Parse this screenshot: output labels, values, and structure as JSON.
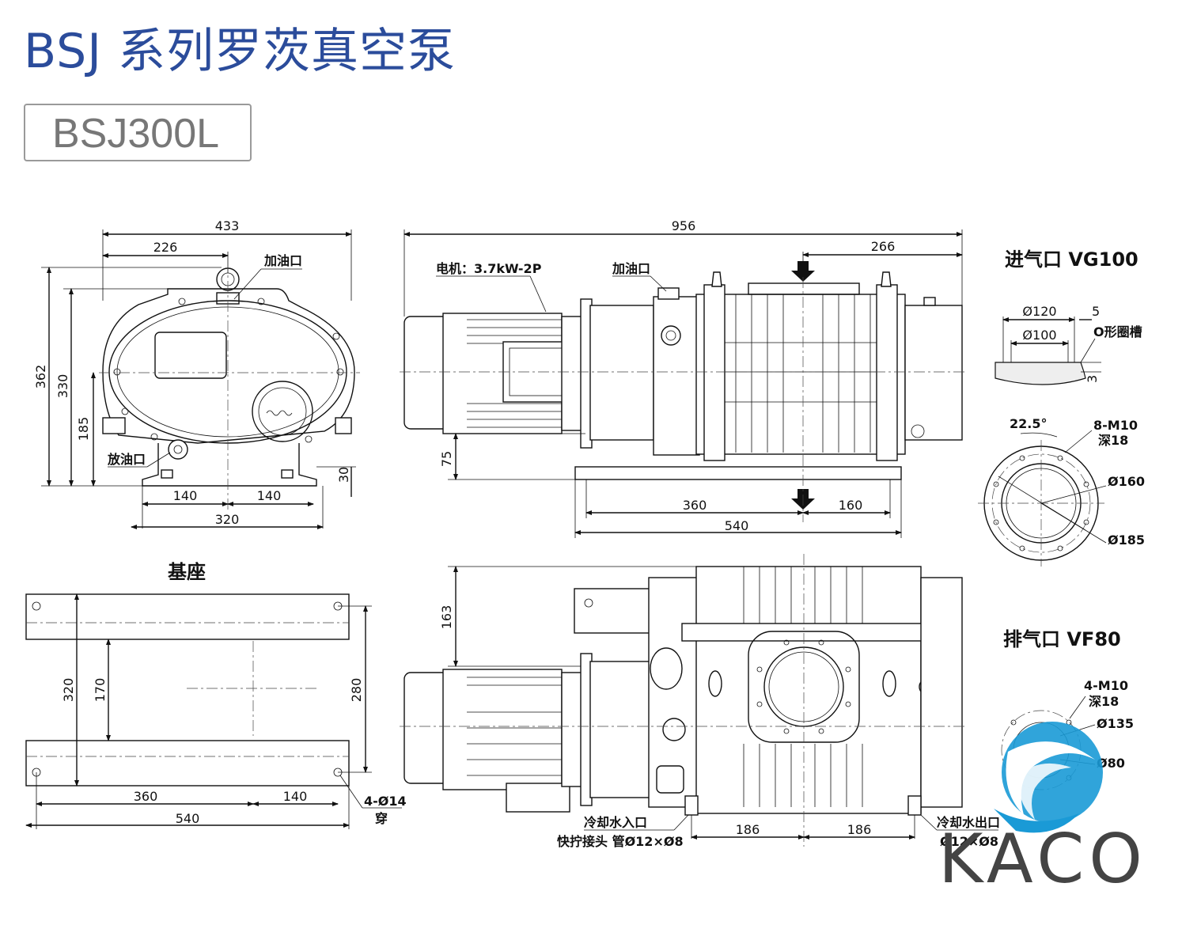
{
  "header": {
    "title": "BSJ 系列罗茨真空泵",
    "model": "BSJ300L"
  },
  "front_view": {
    "dims": {
      "overall_width": "433",
      "center_offset": "226",
      "overall_height": "362",
      "body_height": "330",
      "axis_height": "185",
      "foot_height": "30",
      "foot_half_left": "140",
      "foot_half_right": "140",
      "foot_width": "320"
    },
    "labels": {
      "oil_fill": "加油口",
      "oil_drain": "放油口"
    }
  },
  "side_view": {
    "dims": {
      "overall_length": "956",
      "inlet_offset": "266",
      "axis_height": "75",
      "base_span_left": "360",
      "base_span_right": "160",
      "base_length": "540"
    },
    "labels": {
      "motor": "电机：3.7kW-2P",
      "oil_fill": "加油口"
    }
  },
  "base": {
    "title": "基座",
    "dims": {
      "outer_width": "320",
      "inner_width": "170",
      "hole_span": "280",
      "hole_span_x": "360",
      "hole_edge": "140",
      "length": "540",
      "holes": "4-Ø14",
      "holes_note": "穿"
    }
  },
  "top_view": {
    "dims": {
      "offset": "163",
      "left_span": "186",
      "right_span": "186"
    },
    "labels": {
      "coolant_in": "冷却水入口",
      "coolant_in_spec": "快拧接头 管Ø12×Ø8",
      "coolant_out": "冷却水出口",
      "coolant_out_spec": "Ø12×Ø8"
    }
  },
  "inlet": {
    "title": "进气口 VG100",
    "dims": {
      "d120": "Ø120",
      "d100": "Ø100",
      "groove_w": "5",
      "groove": "O形圈槽",
      "groove_d": "3",
      "angle": "22.5°",
      "bolts": "8-M10",
      "depth": "深18",
      "d160": "Ø160",
      "d185": "Ø185"
    }
  },
  "outlet": {
    "title": "排气口 VF80",
    "dims": {
      "bolts": "4-M10",
      "depth": "深18",
      "d135": "Ø135",
      "d80": "Ø80"
    }
  },
  "brand": {
    "name": "KACO",
    "colors": {
      "accent": "#1a9ad6",
      "text": "#444444",
      "title": "#2b4c9b"
    }
  }
}
